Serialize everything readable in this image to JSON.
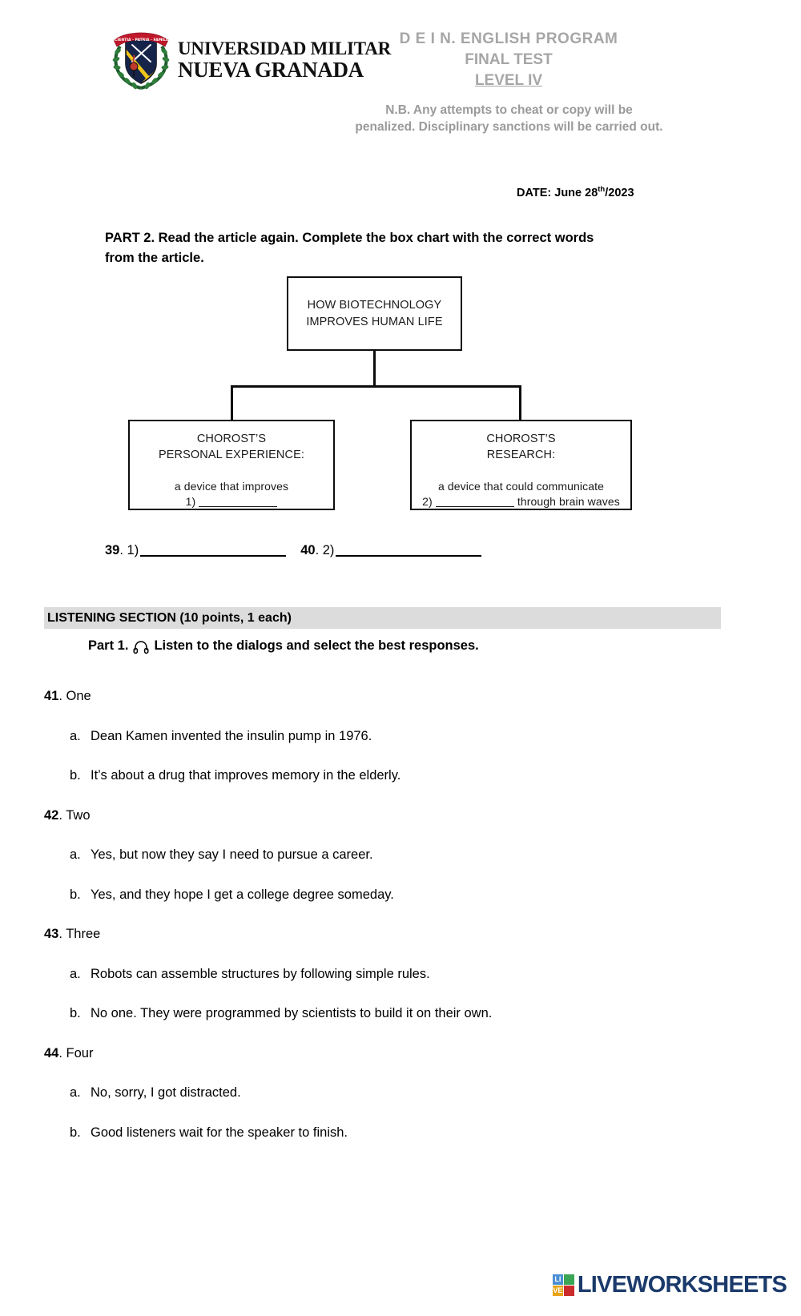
{
  "header": {
    "logo": {
      "ribbon_text": "SCIENTIA · PATRIA · FAMILIA",
      "line1": "UNIVERSIDAD MILITAR",
      "line2": "NUEVA GRANADA"
    },
    "title_line1": "D E I N. ENGLISH PROGRAM",
    "title_line2": "FINAL TEST",
    "title_line3": "LEVEL IV",
    "note": "N.B. Any attempts to cheat or copy will be penalized. Disciplinary sanctions will be carried out.",
    "date_label": "DATE: June 28",
    "date_sup": "th",
    "date_rest": "/2023"
  },
  "part2": {
    "instruction": "PART 2. Read the article again. Complete the box chart with the correct words from the article."
  },
  "chart_data": {
    "type": "diagram",
    "title": "HOW BIOTECHNOLOGY IMPROVES HUMAN LIFE",
    "nodes": [
      {
        "id": "root",
        "line1": "HOW BIOTECHNOLOGY",
        "line2": "IMPROVES HUMAN LIFE"
      },
      {
        "id": "left",
        "head_line1": "CHOROST’S",
        "head_line2": "PERSONAL EXPERIENCE:",
        "body_line1": "a device that improves",
        "body_prefix": "1)",
        "body_suffix": ""
      },
      {
        "id": "right",
        "head_line1": "CHOROST’S",
        "head_line2": "RESEARCH:",
        "body_line1": "a device that could communicate",
        "body_prefix": "2)",
        "body_suffix": "through brain waves"
      }
    ]
  },
  "answers": {
    "q39_num": "39",
    "q39_dot": ". 1)",
    "q40_num": "40",
    "q40_dot": ". 2)"
  },
  "listening": {
    "section_title": "LISTENING SECTION (10 points, 1 each)",
    "part_label": "Part 1.",
    "icon": "headphones-icon",
    "part_instruction": "Listen to the dialogs and select the best responses."
  },
  "questions": [
    {
      "number": "41",
      "title": ". One",
      "options": [
        {
          "label": "a.",
          "text": "Dean Kamen invented the insulin pump in 1976."
        },
        {
          "label": "b.",
          "text": "It’s about a drug that improves memory in the elderly."
        }
      ]
    },
    {
      "number": "42",
      "title": ". Two",
      "options": [
        {
          "label": "a.",
          "text": "Yes, but now they say I need to pursue a career."
        },
        {
          "label": "b.",
          "text": "Yes, and they hope I get a college degree someday."
        }
      ]
    },
    {
      "number": "43",
      "title": ". Three",
      "options": [
        {
          "label": "a.",
          "text": "Robots can assemble structures by following simple rules."
        },
        {
          "label": "b.",
          "text": "No one. They were programmed by scientists to build it on their own."
        }
      ]
    },
    {
      "number": "44",
      "title": ". Four",
      "options": [
        {
          "label": "a.",
          "text": "No, sorry, I got distracted."
        },
        {
          "label": "b.",
          "text": "Good listeners wait for the speaker to finish."
        }
      ]
    }
  ],
  "footer": {
    "brand": "LIVEWORKSHEETS",
    "badge": [
      {
        "ch": "LI",
        "color": "#4a8fd4"
      },
      {
        "ch": "VE",
        "color": "#e8a317"
      },
      {
        "ch": "",
        "color": "#3aa655"
      },
      {
        "ch": "",
        "color": "#cc2b2b"
      }
    ]
  },
  "colors": {
    "header_gray": "#a6a6a6",
    "section_bar": "#dcdcdc",
    "brand_blue": "#1b3a6b"
  }
}
